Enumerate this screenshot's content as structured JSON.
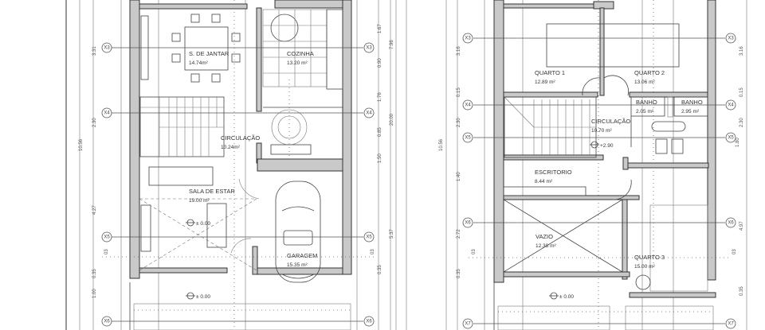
{
  "ground_floor": {
    "rooms": [
      {
        "name": "S. DE JANTAR",
        "area": "14.74m²"
      },
      {
        "name": "COZINHA",
        "area": "13.20 m²"
      },
      {
        "name": "CIRCULAÇÃO",
        "area": "10.24m²"
      },
      {
        "name": "SALA DE ESTAR",
        "area": "19.00 m²"
      },
      {
        "name": "GARAGEM",
        "area": "15.35 m²"
      }
    ],
    "levels": [
      "± 0.00",
      "± 0.00"
    ],
    "grid_axes": [
      "X3",
      "X4",
      "X5",
      "X6"
    ],
    "section_mark": "03",
    "dimensions_left": [
      "3.31",
      "2.30",
      "4.27",
      "0.35",
      "1.00",
      "10.56"
    ],
    "dimensions_right": [
      "1.67",
      "7.96",
      "0.90",
      "1.76",
      "0.85",
      "1.50",
      "20.00",
      "5.37",
      "0.35"
    ]
  },
  "first_floor": {
    "rooms": [
      {
        "name": "QUARTO 1",
        "area": "12.89 m²"
      },
      {
        "name": "QUARTO 2",
        "area": "13.06 m²"
      },
      {
        "name": "BANHO",
        "area": "2.05 m²"
      },
      {
        "name": "BANHO",
        "area": "2.95 m²"
      },
      {
        "name": "CIRCULAÇÃO",
        "area": "10.70 m²"
      },
      {
        "name": "ESCRITORIO",
        "area": "8.44 m²"
      },
      {
        "name": "VAZIO",
        "area": "12.38 m²"
      },
      {
        "name": "QUARTO 3",
        "area": "15.00 m²"
      }
    ],
    "levels": [
      "+2.90",
      "± 0.00"
    ],
    "grid_axes": [
      "X3",
      "X4",
      "X5",
      "X6",
      "X7"
    ],
    "section_mark": "03",
    "dimensions_left": [
      "3.16",
      "0.15",
      "2.30",
      "1.40",
      "2.72",
      "0.35",
      "10.56"
    ],
    "dimensions_right": [
      "3.16",
      "0.15",
      "2.30",
      "1.80",
      "4.97",
      "0.35"
    ]
  }
}
